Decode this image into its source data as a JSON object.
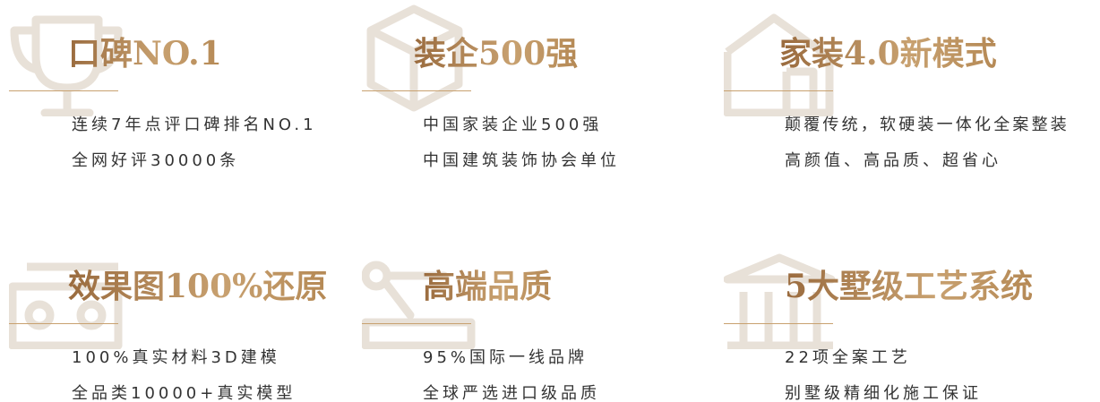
{
  "features": [
    {
      "icon": "trophy-icon",
      "title": "口碑NO.1",
      "lines": [
        "连续7年点评口碑排名NO.1",
        "全网好评30000条"
      ]
    },
    {
      "icon": "hexagon-cube-icon",
      "title": "装企500强",
      "lines": [
        "中国家装企业500强",
        "中国建筑装饰协会单位"
      ]
    },
    {
      "icon": "house-icon",
      "title": "家装4.0新模式",
      "lines": [
        "颠覆传统，软硬装一体化全案整装",
        "高颜值、高品质、超省心"
      ]
    },
    {
      "icon": "vr-glasses-icon",
      "title": "效果图100%还原",
      "lines": [
        "100%真实材料3D建模",
        "全品类10000+真实模型"
      ]
    },
    {
      "icon": "robot-arm-icon",
      "title": "高端品质",
      "lines": [
        "95%国际一线品牌",
        "全球严选进口级品质"
      ]
    },
    {
      "icon": "classical-building-icon",
      "title": "5大墅级工艺系统",
      "lines": [
        "22项全案工艺",
        "别墅级精细化施工保证"
      ]
    }
  ],
  "colors": {
    "title_gradient_start": "#9a6b3e",
    "title_gradient_end": "#c8a170",
    "rule": "#c8a170",
    "body_text": "#333333",
    "icon_stroke": "#e8e1d8"
  }
}
